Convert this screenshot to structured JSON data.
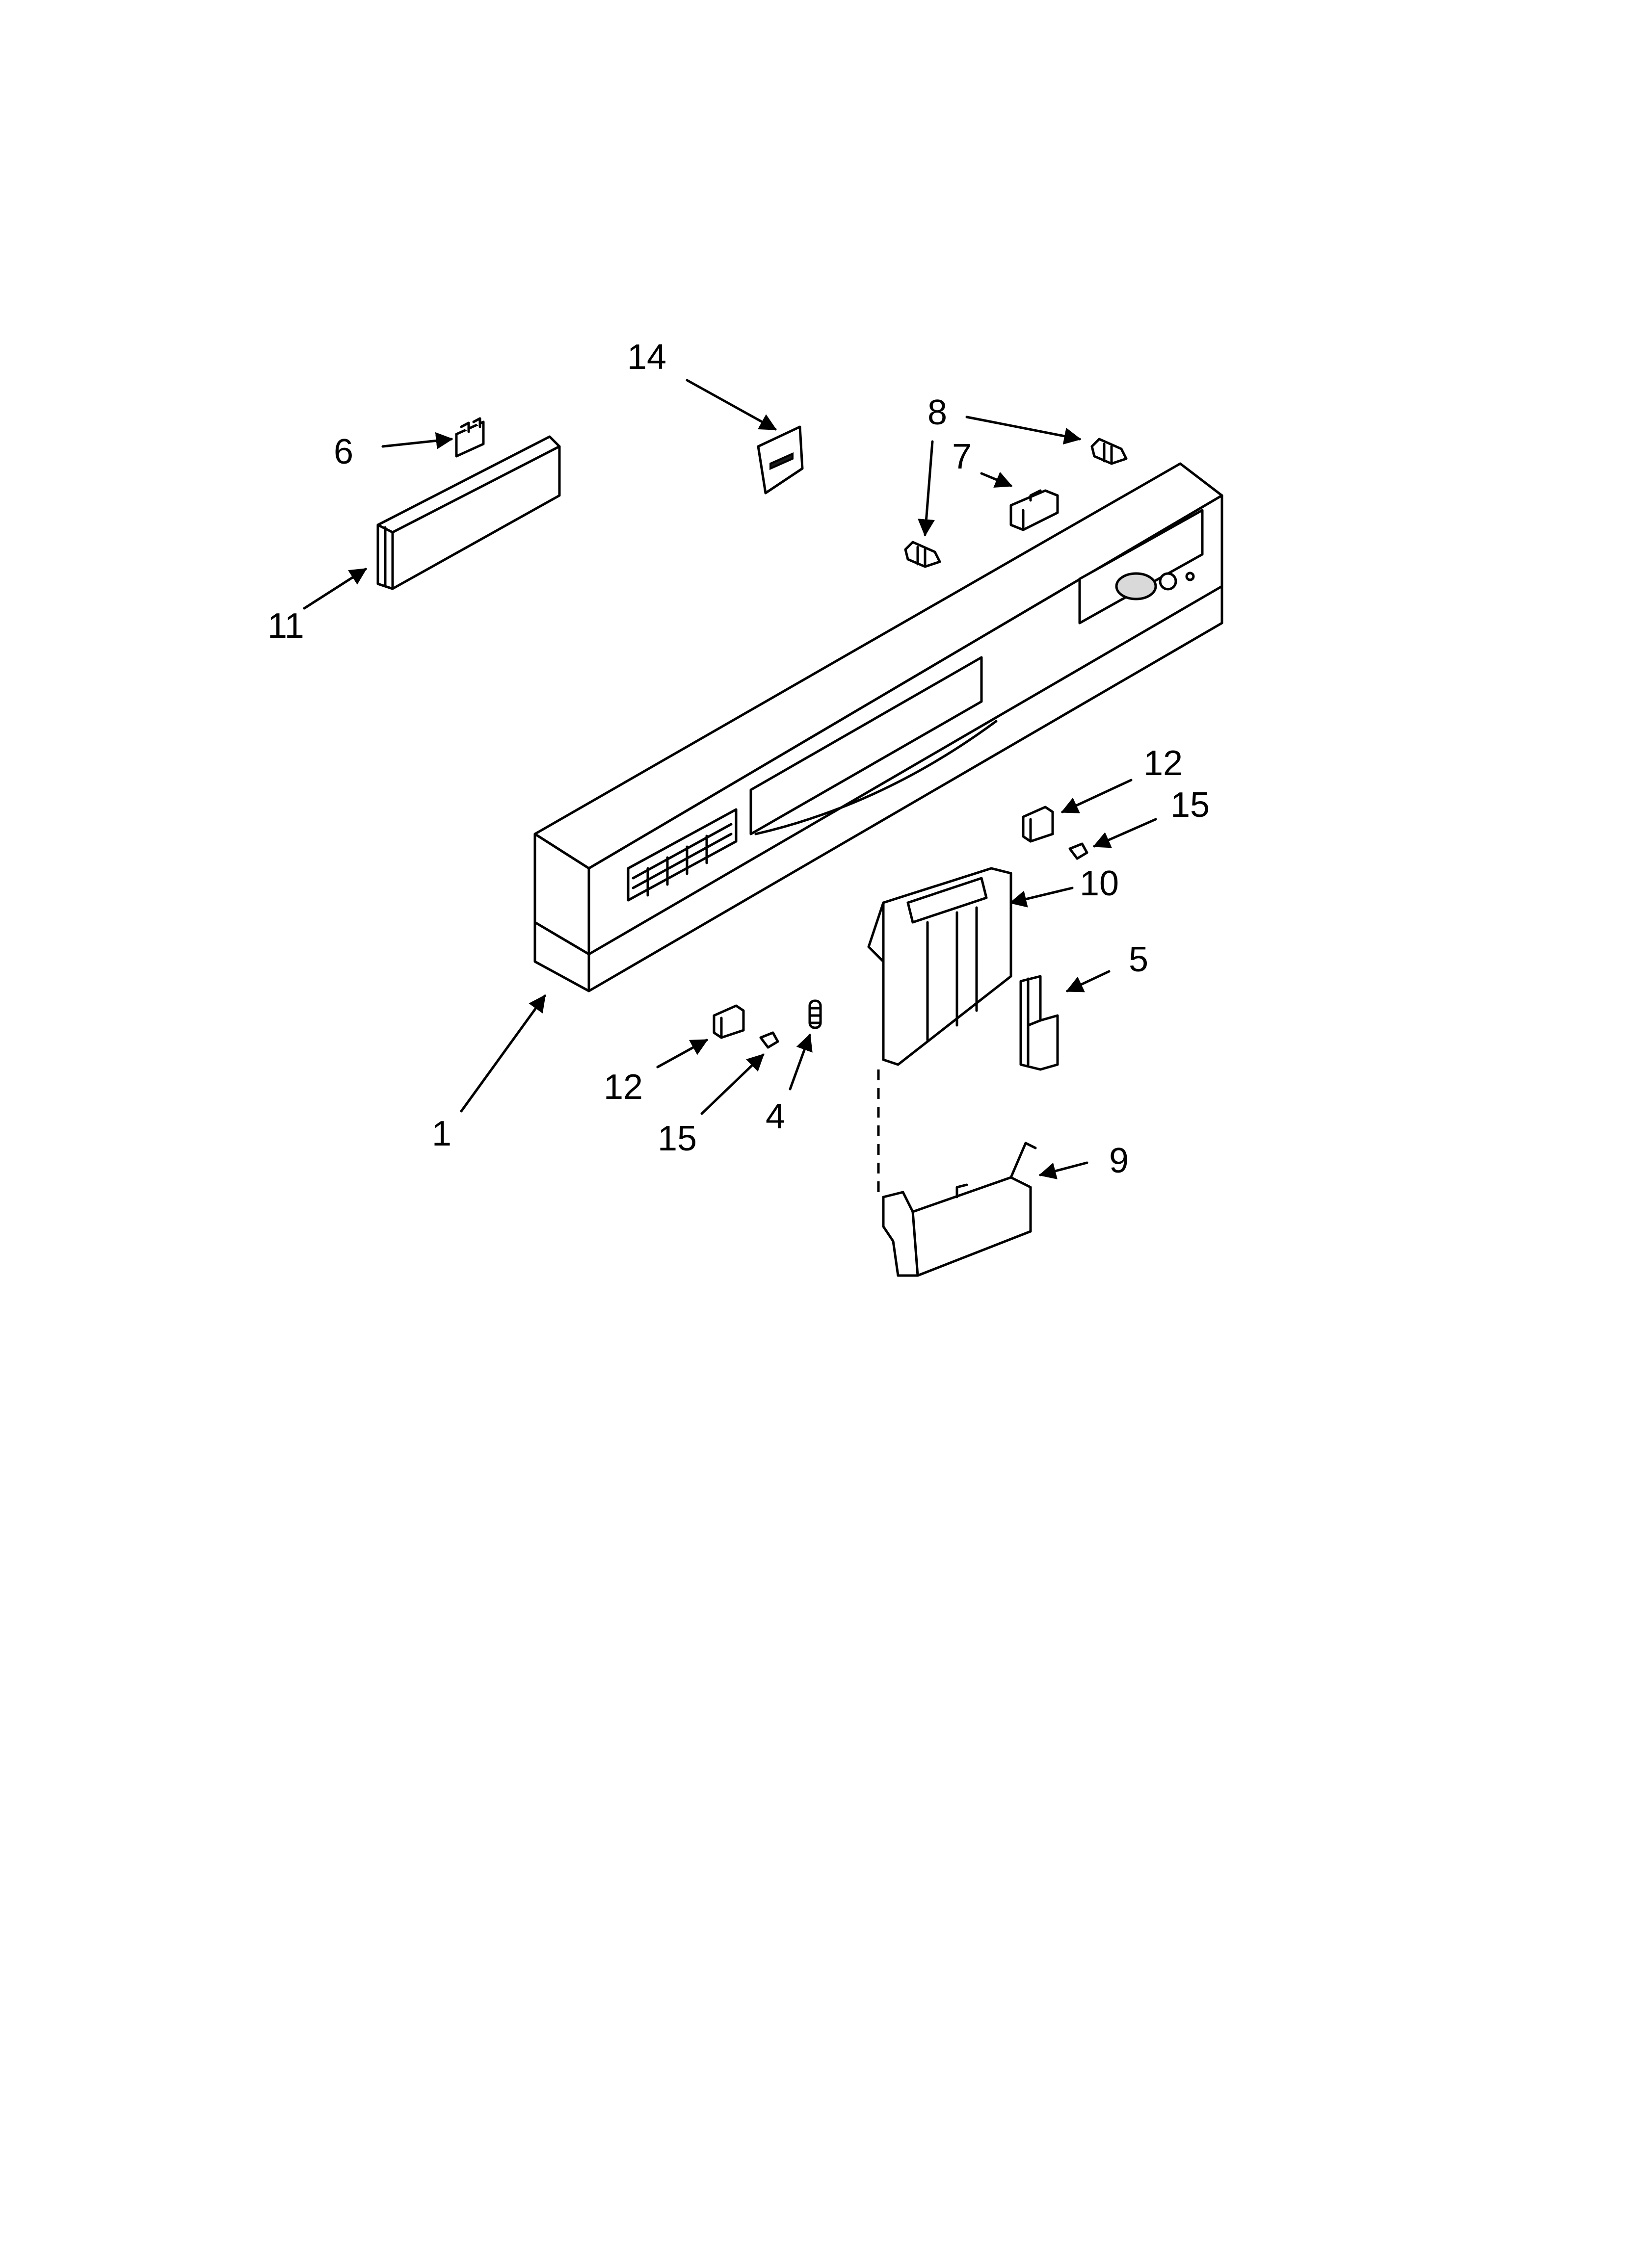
{
  "callouts": {
    "c14": "14",
    "c6": "6",
    "c11": "11",
    "c8": "8",
    "c7": "7",
    "c12_upper": "12",
    "c15_upper": "15",
    "c10": "10",
    "c5": "5",
    "c1": "1",
    "c12_lower": "12",
    "c15_lower": "15",
    "c4": "4",
    "c9": "9"
  }
}
